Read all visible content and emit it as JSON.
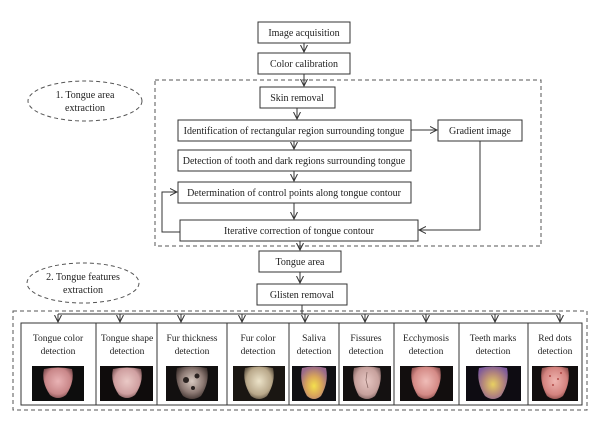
{
  "nodes": {
    "image_acquisition": "Image acquisition",
    "color_calibration": "Color calibration",
    "skin_removal": "Skin removal",
    "identification": "Identification of rectangular region surrounding tongue",
    "gradient_image": "Gradient image",
    "detection_tooth": "Detection of tooth and dark regions surrounding tongue",
    "control_points": "Determination of control points along tongue contour",
    "iterative_correction": "Iterative correction of tongue contour",
    "tongue_area": "Tongue area",
    "glisten_removal": "Glisten removal"
  },
  "stages": {
    "stage1": [
      "1. Tongue area",
      "extraction"
    ],
    "stage2": [
      "2. Tongue features",
      "extraction"
    ]
  },
  "features": [
    {
      "line1": "Tongue color",
      "line2": "detection",
      "icon": "tongue-photo-pink"
    },
    {
      "line1": "Tongue shape",
      "line2": "detection",
      "icon": "tongue-photo-pale"
    },
    {
      "line1": "Fur thickness",
      "line2": "detection",
      "icon": "tongue-photo-thick-fur"
    },
    {
      "line1": "Fur color",
      "line2": "detection",
      "icon": "tongue-photo-fur-color"
    },
    {
      "line1": "Saliva",
      "line2": "detection",
      "icon": "tongue-photo-saliva"
    },
    {
      "line1": "Fissures",
      "line2": "detection",
      "icon": "tongue-photo-fissures"
    },
    {
      "line1": "Ecchymosis",
      "line2": "detection",
      "icon": "tongue-photo-ecchymosis"
    },
    {
      "line1": "Teeth marks",
      "line2": "detection",
      "icon": "tongue-photo-teeth-marks"
    },
    {
      "line1": "Red dots",
      "line2": "detection",
      "icon": "tongue-photo-red-dots"
    }
  ]
}
